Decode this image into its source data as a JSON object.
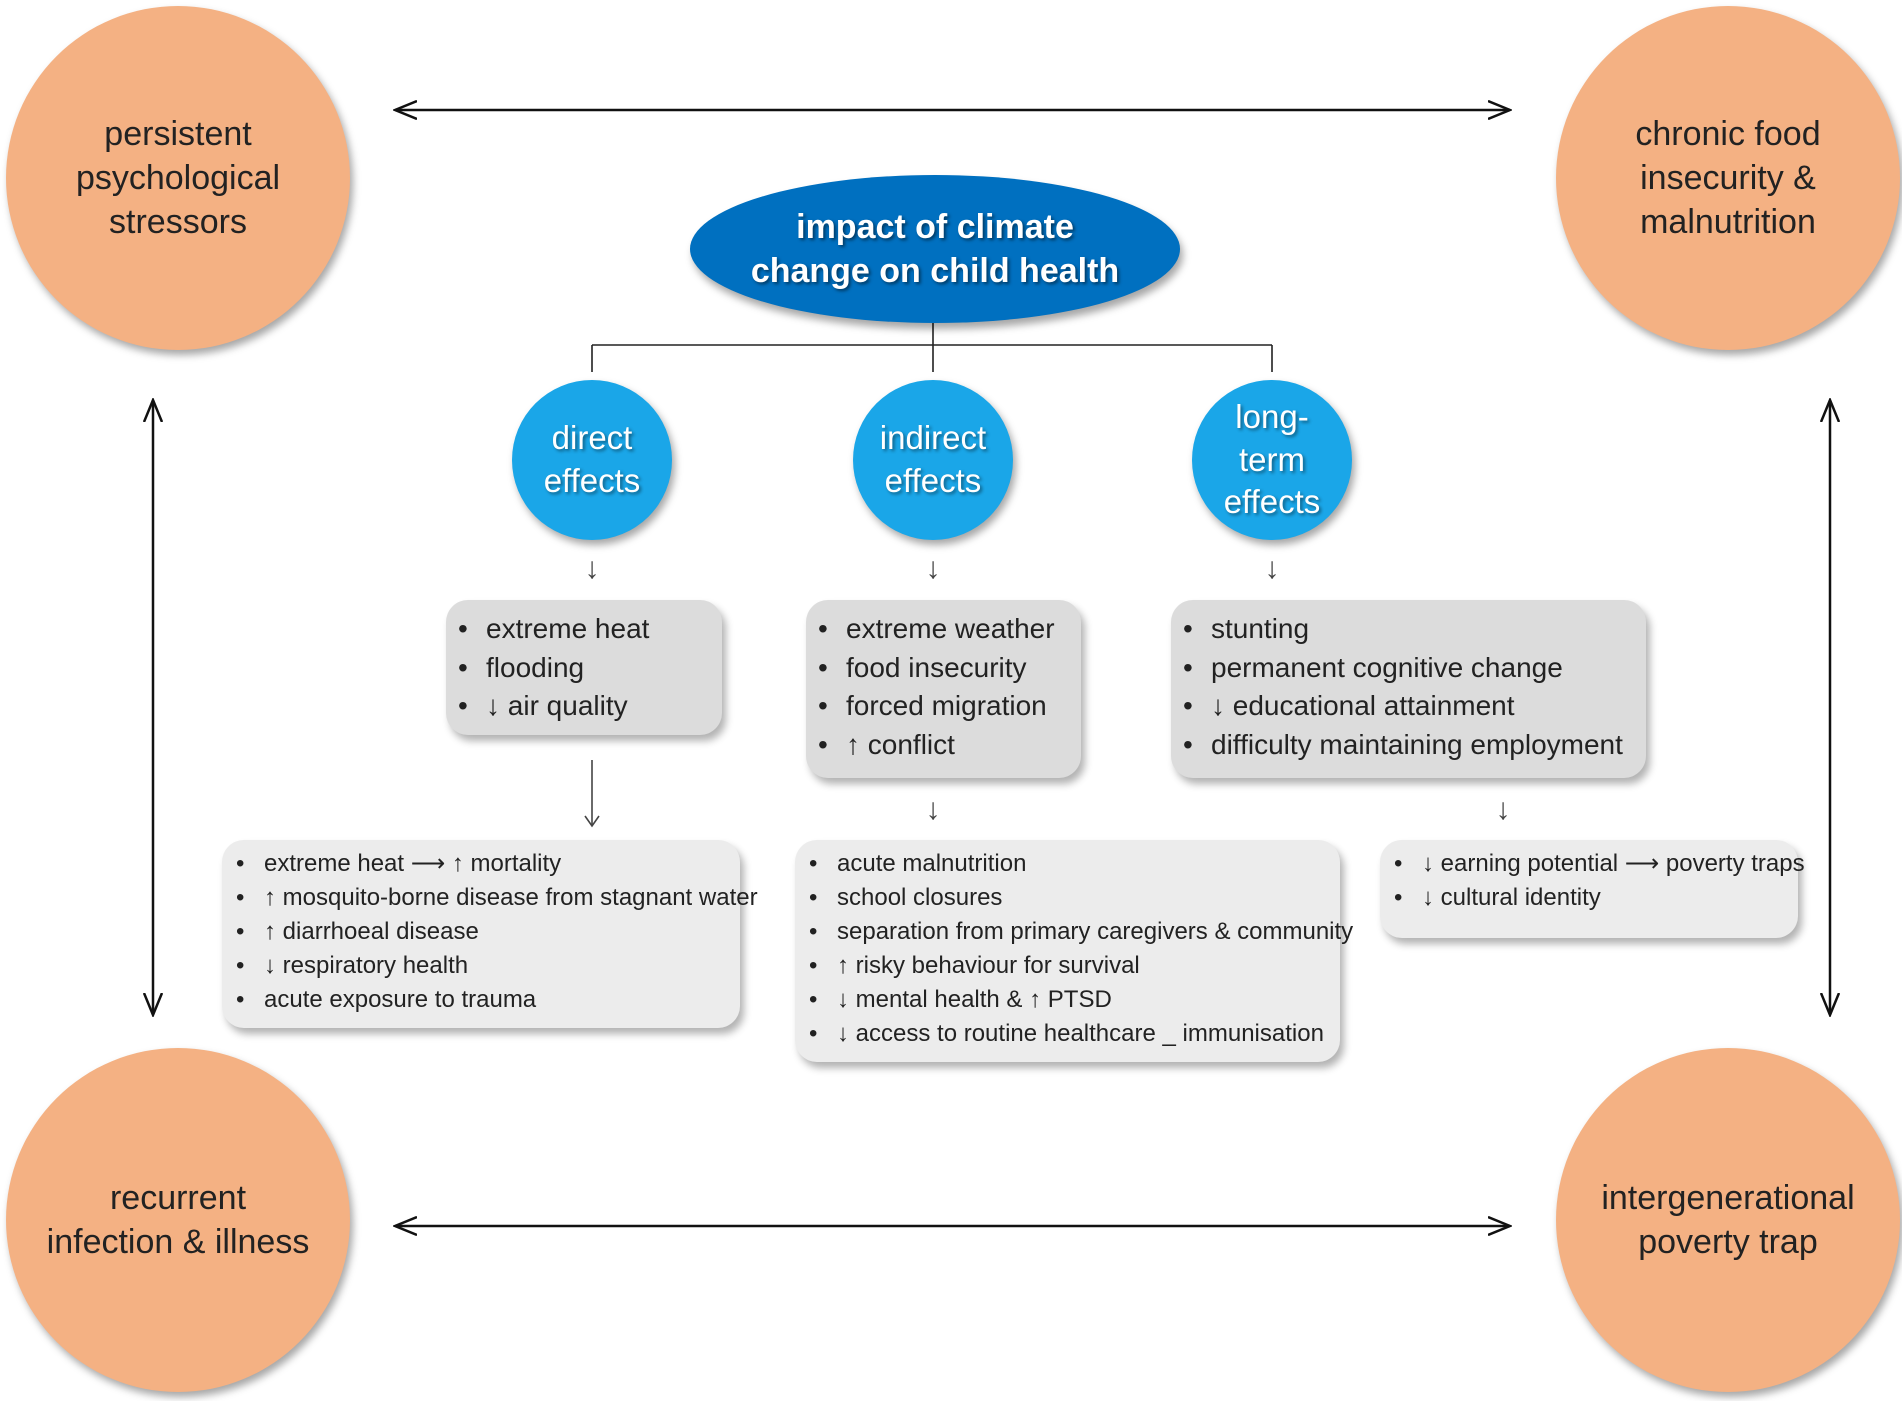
{
  "colors": {
    "corner_fill": "#f4b183",
    "title_fill": "#0070c0",
    "effect_fill": "#1aa6e8",
    "box_level1": "#dcdcdc",
    "box_level2": "#ececec",
    "line": "#111111"
  },
  "title": "impact of climate\nchange on child health",
  "corners": {
    "top_left": "persistent\npsychological\nstressors",
    "top_right": "chronic food\ninsecurity &\nmalnutrition",
    "bottom_left": "recurrent\ninfection & illness",
    "bottom_right": "intergenerational\npoverty trap"
  },
  "effects": {
    "direct": "direct\neffects",
    "indirect": "indirect\neffects",
    "long_term": "long-\nterm\neffects"
  },
  "arrow_glyph": "↓",
  "direct_causes": [
    "extreme heat",
    "flooding",
    "↓ air quality"
  ],
  "indirect_causes": [
    "extreme weather",
    "food insecurity",
    "forced migration",
    "↑ conflict"
  ],
  "long_term_causes": [
    "stunting",
    "permanent cognitive change",
    "↓ educational attainment",
    "difficulty maintaining employment"
  ],
  "direct_outcomes": [
    "extreme heat ⟶ ↑ mortality",
    "↑ mosquito-borne disease from stagnant water",
    "↑ diarrhoeal disease",
    "↓ respiratory health",
    "acute exposure to trauma"
  ],
  "indirect_outcomes": [
    "acute malnutrition",
    "school closures",
    "separation from primary caregivers & community",
    "↑ risky behaviour for survival",
    "↓ mental health & ↑ PTSD",
    "↓ access to routine healthcare _ immunisation"
  ],
  "long_term_outcomes": [
    "↓ earning potential ⟶ poverty traps",
    "↓ cultural identity"
  ]
}
